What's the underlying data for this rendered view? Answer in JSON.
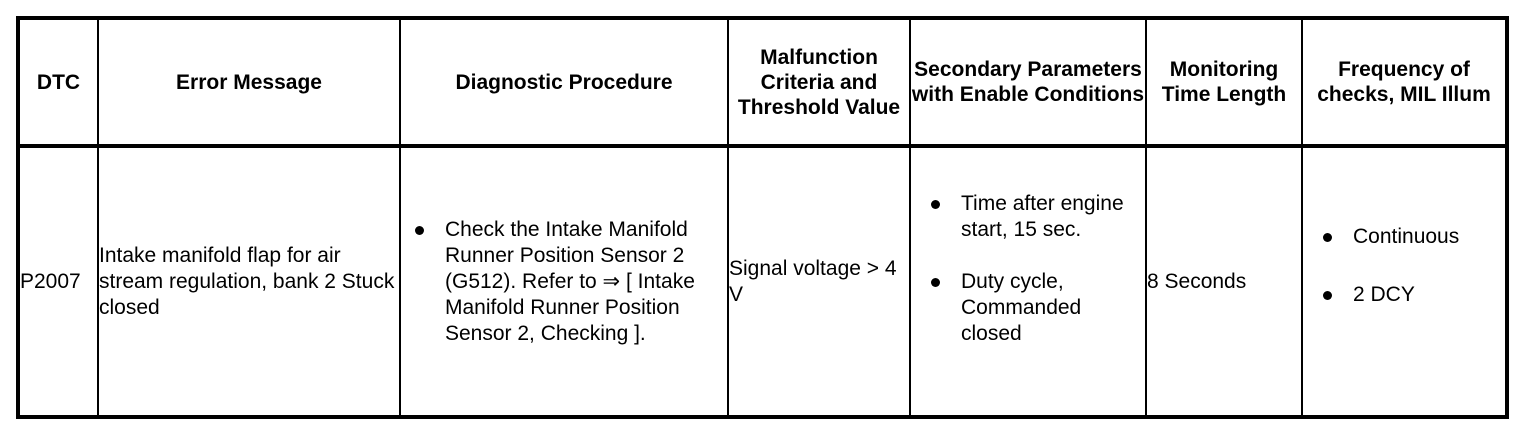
{
  "table": {
    "headers": [
      "DTC",
      "Error Message",
      "Diagnostic Procedure",
      "Malfunction Criteria and Threshold Value",
      "Secondary Parameters with Enable Conditions",
      "Monitoring Time Length",
      "Frequency of checks, MIL Illum"
    ],
    "rows": [
      {
        "dtc": "P2007",
        "error_message": "Intake manifold flap for air stream regulation, bank 2 Stuck closed",
        "diagnostic_procedure": [
          "Check the Intake Manifold Runner Position Sensor 2 (G512). Refer to ⇒ [ Intake Manifold Runner Position Sensor 2, Checking ]."
        ],
        "malfunction_criteria": "Signal voltage > 4 V",
        "secondary_parameters": [
          "Time after engine start, 15 sec.",
          "Duty cycle, Commanded closed"
        ],
        "monitoring_time_length": "8 Seconds",
        "frequency_of_checks": [
          "Continuous",
          "2 DCY"
        ]
      }
    ]
  },
  "colors": {
    "border": "#000000",
    "text": "#000000",
    "background": "#ffffff"
  }
}
